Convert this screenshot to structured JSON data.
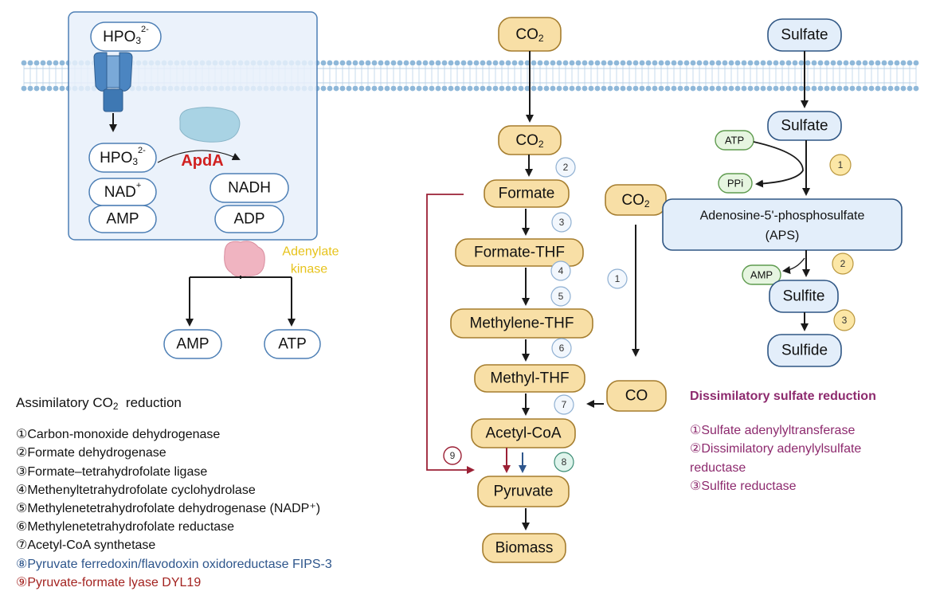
{
  "colors": {
    "membrane_head": "#8fb8d9",
    "cell_fill": "#e7f0fa",
    "cell_stroke": "#4d7fb5",
    "orange_fill": "#f8dfa6",
    "orange_stroke": "#a57d2e",
    "blue_fill": "#e3eefa",
    "blue_stroke": "#2f5684",
    "green_fill": "#e6f5e0",
    "green_stroke": "#5f9b4f",
    "yellow_fill": "#fce7a6",
    "yellow_stroke": "#b9963d",
    "apda_red": "#d0201f",
    "kinase_yellow": "#e7c31c",
    "pyruvate_red": "#9b2035",
    "fips_blue": "#2e568c",
    "dyl_red": "#a32320",
    "sulfate_purple": "#8d2a6e"
  },
  "left": {
    "hpo3_out": {
      "base": "HPO",
      "sub": "3",
      "sup": "2-"
    },
    "hpo3_in": {
      "base": "HPO",
      "sub": "3",
      "sup": "2-"
    },
    "nad": {
      "base": "NAD",
      "sup": "+"
    },
    "amp_in": "AMP",
    "nadh": "NADH",
    "adp": "ADP",
    "apda": "ApdA",
    "kinase_line1": "Adenylate",
    "kinase_line2": "kinase",
    "amp_out": "AMP",
    "atp_out": "ATP"
  },
  "middle": {
    "co2_out": {
      "base": "CO",
      "sub": "2"
    },
    "co2_in": {
      "base": "CO",
      "sub": "2"
    },
    "co2_right": {
      "base": "CO",
      "sub": "2"
    },
    "formate": "Formate",
    "formate_thf": "Formate-THF",
    "methylene_thf": "Methylene-THF",
    "methyl_thf": "Methyl-THF",
    "acetyl_coa": "Acetyl-CoA",
    "pyruvate": "Pyruvate",
    "biomass": "Biomass",
    "co": "CO",
    "steps": [
      "2",
      "3",
      "4",
      "5",
      "6",
      "7",
      "8",
      "9",
      "1"
    ]
  },
  "right": {
    "sulfate_out": "Sulfate",
    "sulfate_in": "Sulfate",
    "atp": "ATP",
    "ppi": "PPi",
    "aps_line1": "Adenosine-5'-phosphosulfate",
    "aps_line2": "(APS)",
    "amp": "AMP",
    "sulfite": "Sulfite",
    "sulfide": "Sulfide",
    "steps": [
      "1",
      "2",
      "3"
    ]
  },
  "legend_co2": {
    "title_base": "Assimilatory CO",
    "title_sub": "2",
    "title_tail": "  reduction",
    "items": [
      "①Carbon-monoxide dehydrogenase",
      "②Formate dehydrogenase",
      "③Formate–tetrahydrofolate ligase",
      "④Methenyltetrahydrofolate cyclohydrolase",
      "⑤Methylenetetrahydrofolate dehydrogenase (NADP⁺)",
      "⑥Methylenetetrahydrofolate reductase",
      "⑦Acetyl-CoA synthetase"
    ],
    "item8": "⑧Pyruvate ferredoxin/flavodoxin oxidoreductase  FIPS-3",
    "item9": "⑨Pyruvate-formate lyase  DYL19"
  },
  "legend_sulfate": {
    "title": "Dissimilatory sulfate reduction",
    "items": [
      "①Sulfate adenylyltransferase",
      "②Dissimilatory adenylylsulfate",
      "reductase",
      "③Sulfite reductase"
    ]
  }
}
